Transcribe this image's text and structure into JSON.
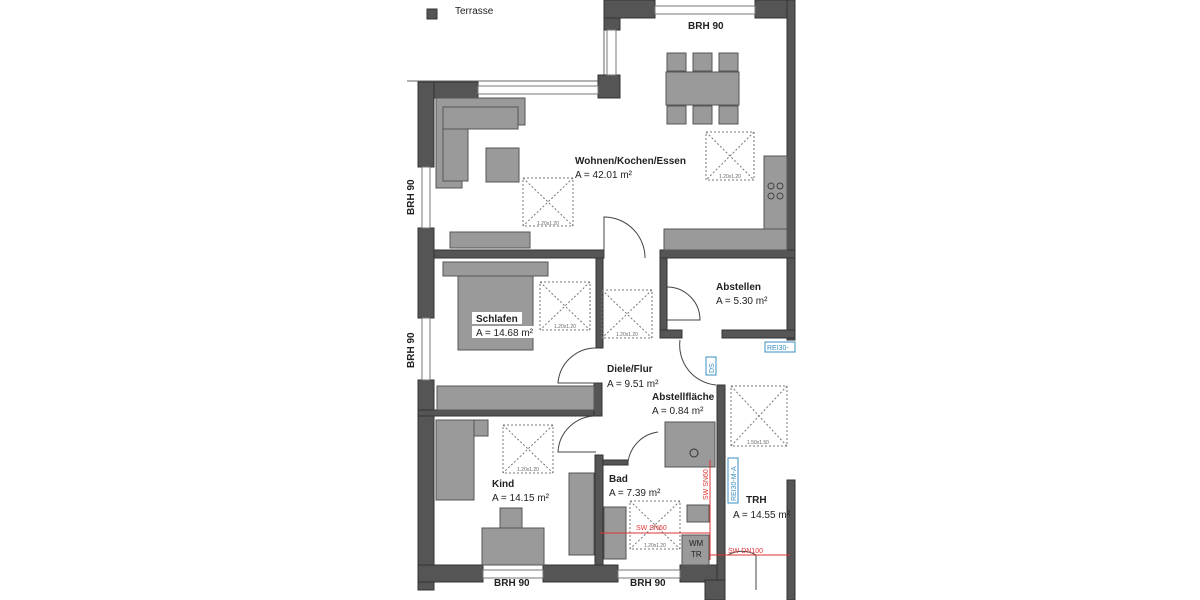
{
  "legend": {
    "terrace_label": "Terrasse"
  },
  "rooms": {
    "wohnen": {
      "name": "Wohnen/Kochen/Essen",
      "area": "A = 42.01 m²"
    },
    "schlafen": {
      "name": "Schlafen",
      "area": "A = 14.68 m²"
    },
    "abstellen": {
      "name": "Abstellen",
      "area": "A = 5.30 m²"
    },
    "diele": {
      "name": "Diele/Flur",
      "area": "A = 9.51 m²"
    },
    "abstellflaeche": {
      "name": "Abstellfläche",
      "area": "A = 0.84 m²"
    },
    "kind": {
      "name": "Kind",
      "area": "A = 14.15 m²"
    },
    "bad": {
      "name": "Bad",
      "area": "A = 7.39 m²"
    },
    "trh": {
      "name": "TRH",
      "area": "A = 14.55 m²"
    }
  },
  "windows": {
    "top": "BRH 90",
    "left_upper": "BRH 90",
    "left_lower": "BRH 90",
    "bottom_left": "BRH 90",
    "bottom_right": "BRH 90"
  },
  "skylights": {
    "standard": "1.20x1.20",
    "trh": "1.50x1.50"
  },
  "annotations": {
    "rei30_top": "REI30-",
    "ds": "DS",
    "rei30_side": "REI30-M-A",
    "sw_dn50_v": "SW SN60",
    "sw_dn50_h": "SW SN60",
    "sw_dn100": "SW DN100",
    "wm": "WM",
    "tr": "TR"
  },
  "colors": {
    "wall": "#555555",
    "furniture": "#9a9a9a",
    "annotation_blue": "#3a8fc0",
    "annotation_red": "#dd3333"
  }
}
